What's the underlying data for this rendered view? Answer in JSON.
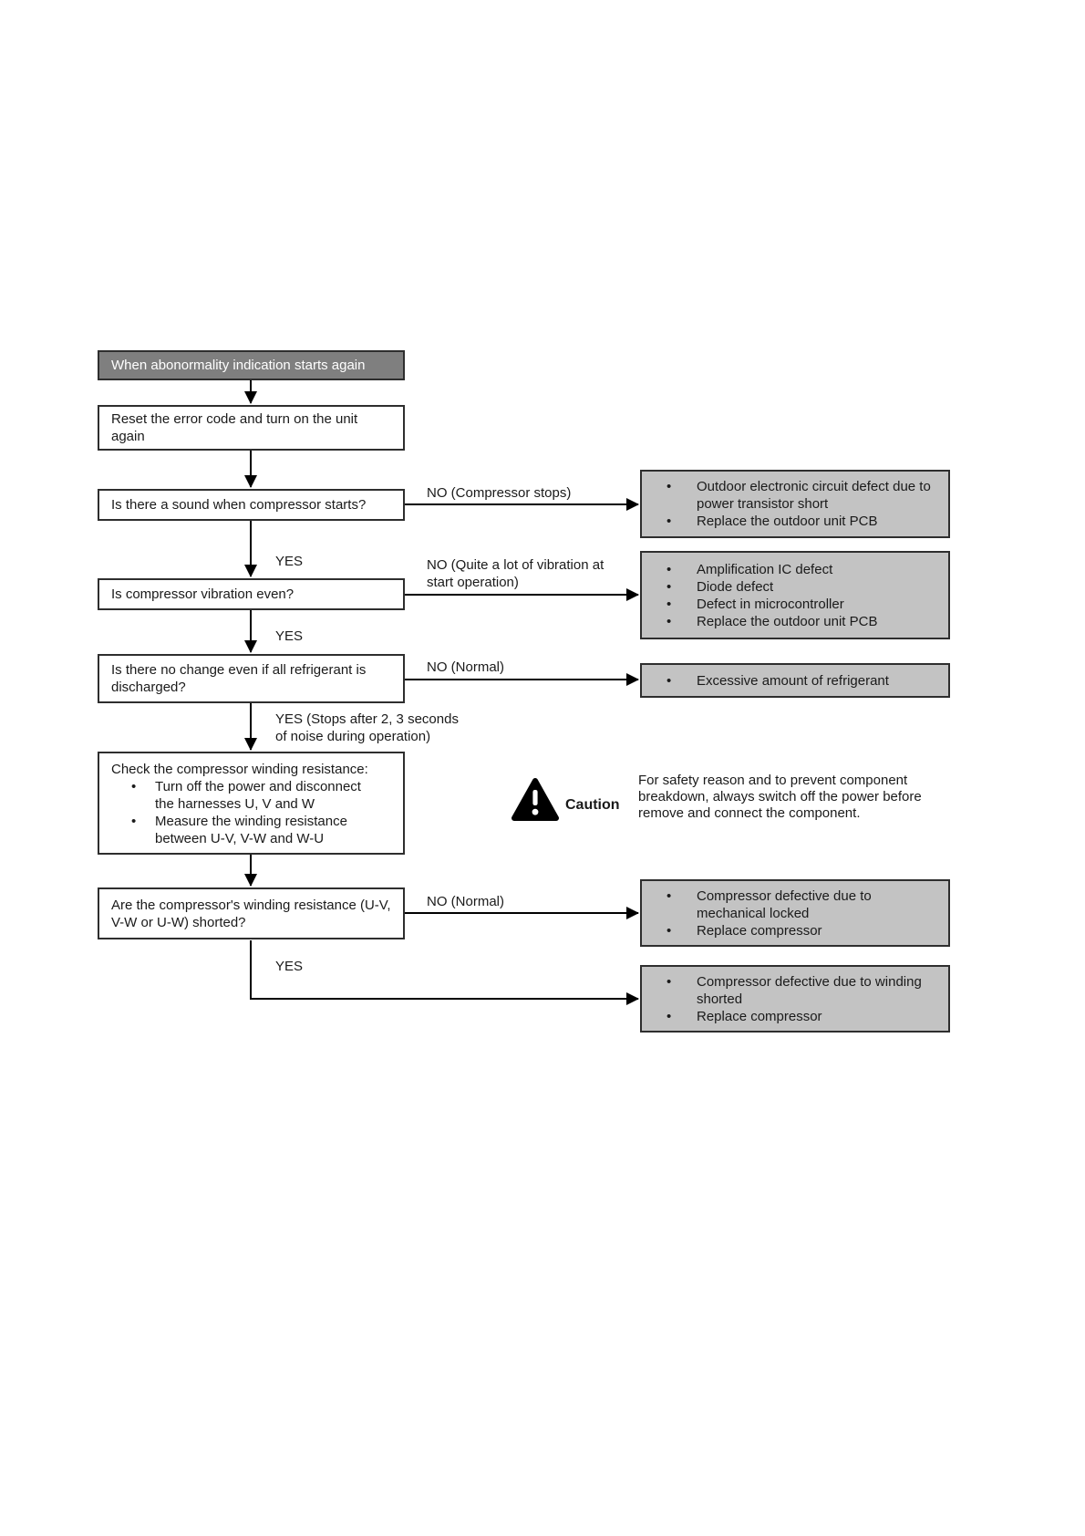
{
  "flow": {
    "start": "When abonormality indication starts again",
    "reset": "Reset the error code and turn on the unit again",
    "sound": "Is there a sound when compressor starts?",
    "vibration": "Is compressor vibration even?",
    "refrigerant": "Is there no change even if all refrigerant is discharged?",
    "winding_title": "Check the compressor winding resistance:",
    "winding_bullets": [
      "Turn off the power and disconnect the harnesses U, V and W",
      "Measure the winding resistance between U-V, V-W and W-U"
    ],
    "shorted": "Are the compressor's winding resistance (U-V, V-W or U-W) shorted?"
  },
  "edge_labels": {
    "no_compressor_stops": "NO (Compressor stops)",
    "yes_1": "YES",
    "no_vibration": "NO (Quite a lot of vibration at start operation)",
    "yes_2": "YES",
    "no_normal_1": "NO (Normal)",
    "yes_stops": "YES (Stops after 2, 3 seconds of noise during operation)",
    "no_normal_2": "NO (Normal)",
    "yes_3": "YES"
  },
  "outcomes": [
    {
      "bullets": [
        "Outdoor electronic circuit defect due to power transistor short",
        "Replace the outdoor unit PCB"
      ]
    },
    {
      "bullets": [
        "Amplification IC defect",
        "Diode defect",
        "Defect in microcontroller",
        "Replace the outdoor unit PCB"
      ]
    },
    {
      "bullets": [
        "Excessive amount of refrigerant"
      ]
    },
    {
      "bullets": [
        "Compressor defective due to mechanical locked",
        "Replace compressor"
      ]
    },
    {
      "bullets": [
        "Compressor defective due to winding shorted",
        "Replace compressor"
      ]
    }
  ],
  "caution": {
    "label": "Caution",
    "text": "For safety reason and to prevent component breakdown, always switch off the power before remove and connect the component."
  },
  "colors": {
    "header_bg": "#7f7f7f",
    "outcome_bg": "#c3c3c3",
    "border": "#2e2e2e",
    "line": "#000000"
  }
}
